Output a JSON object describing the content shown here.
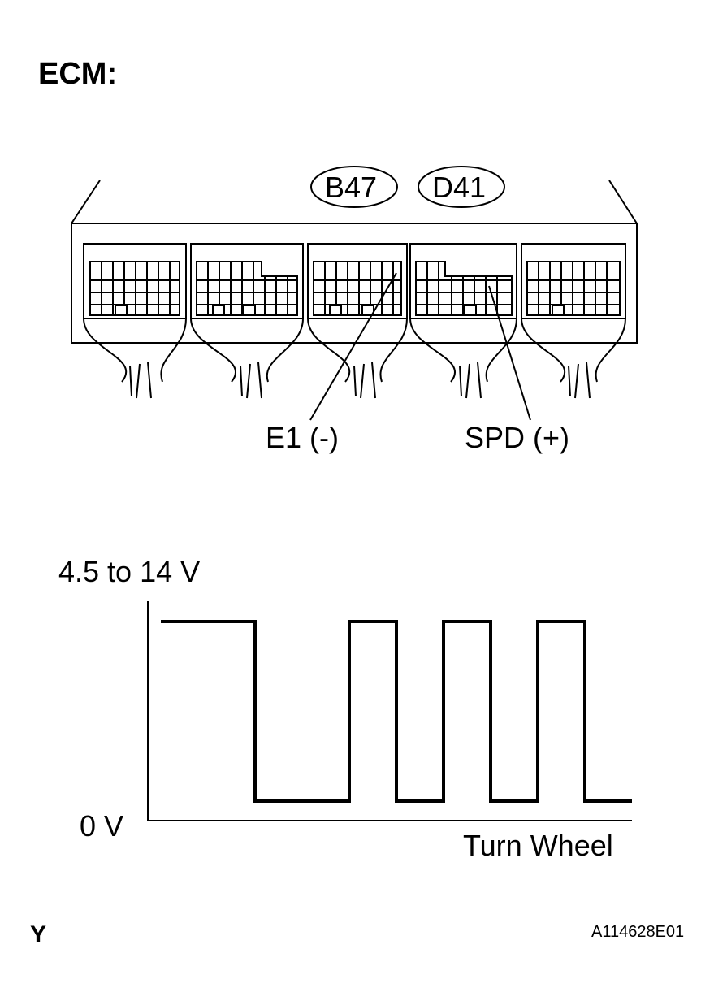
{
  "title": "ECM:",
  "connectors": [
    "B47",
    "D41"
  ],
  "pins": {
    "e1": "E1 (-)",
    "spd": "SPD (+)"
  },
  "waveform": {
    "y_high_label": "4.5 to 14 V",
    "y_low_label": "0 V",
    "x_label": "Turn Wheel",
    "levels": [
      1,
      1,
      0,
      0,
      1,
      0,
      1,
      0,
      1,
      0
    ]
  },
  "footer": {
    "corner_mark": "Y",
    "figure_id": "A114628E01"
  }
}
